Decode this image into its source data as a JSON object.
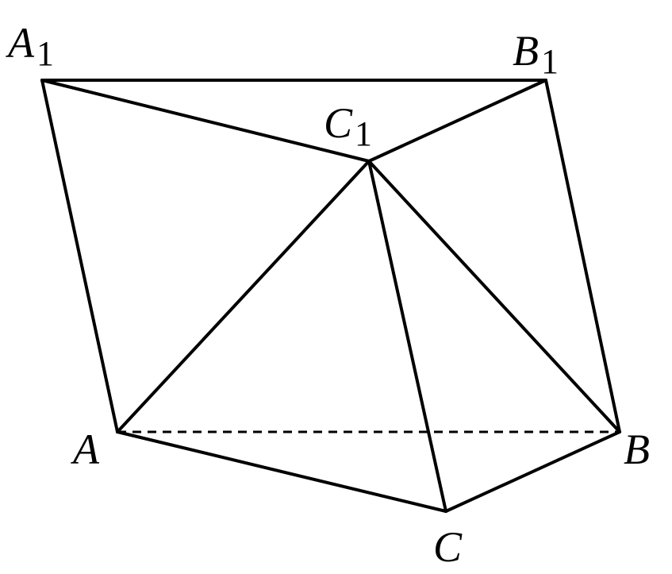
{
  "labels": {
    "A1": {
      "letter": "A",
      "sub": "1"
    },
    "B1": {
      "letter": "B",
      "sub": "1"
    },
    "C1": {
      "letter": "C",
      "sub": "1"
    },
    "A": {
      "letter": "A",
      "sub": ""
    },
    "B": {
      "letter": "B",
      "sub": ""
    },
    "C": {
      "letter": "C",
      "sub": ""
    }
  },
  "edges": [
    {
      "from": "A1",
      "to": "B1",
      "style": "solid"
    },
    {
      "from": "A1",
      "to": "C1",
      "style": "solid"
    },
    {
      "from": "C1",
      "to": "B1",
      "style": "solid"
    },
    {
      "from": "A1",
      "to": "A",
      "style": "solid"
    },
    {
      "from": "B1",
      "to": "B",
      "style": "solid"
    },
    {
      "from": "C1",
      "to": "A",
      "style": "solid"
    },
    {
      "from": "C1",
      "to": "C",
      "style": "solid"
    },
    {
      "from": "C1",
      "to": "B",
      "style": "solid"
    },
    {
      "from": "A",
      "to": "C",
      "style": "solid"
    },
    {
      "from": "C",
      "to": "B",
      "style": "solid"
    },
    {
      "from": "A",
      "to": "B",
      "style": "dashed"
    }
  ],
  "colors": {
    "stroke": "#000000",
    "background": "#ffffff"
  }
}
